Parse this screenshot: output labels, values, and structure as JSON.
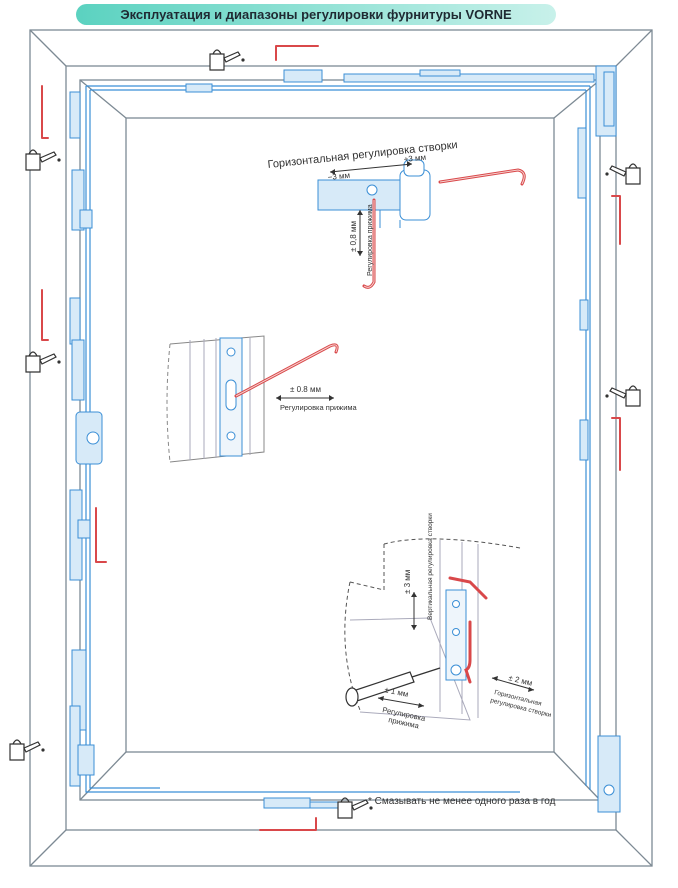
{
  "title": "Эксплуатация и диапазоны регулировки фурнитуры VORNE",
  "colors": {
    "banner_start": "#5bd2c0",
    "banner_end": "#c8f1ea",
    "frame_line": "#7d8a94",
    "hardware_line": "#3b8fd6",
    "hardware_fill": "#d7eaf8",
    "hex_key": "#d9484a",
    "hex_key_fill": "#f6d2d0",
    "dashed": "#555555"
  },
  "icons": [
    "oil-can-icon",
    "hex-key-icon",
    "screwdriver-icon"
  ],
  "callout_top": {
    "title": "Горизонтальная регулировка створки",
    "left_value": "−3 мм",
    "right_value": "+3 мм",
    "vertical_value": "± 0,8 мм",
    "vertical_label": "Регулировка прижима"
  },
  "callout_middle": {
    "value": "± 0.8 мм",
    "label": "Регулировка прижима"
  },
  "callout_bottom": {
    "vertical_value": "± 3 мм",
    "vertical_label": "Вертикальная регулировка створки",
    "press_value": "± 1 мм",
    "press_label_1": "Регулировка",
    "press_label_2": "прижима",
    "horizontal_value": "± 2 мм",
    "horizontal_label_1": "Горизонтальная",
    "horizontal_label_2": "регулировка створки"
  },
  "footnote": "* Смазывать не менее одного раза в год"
}
